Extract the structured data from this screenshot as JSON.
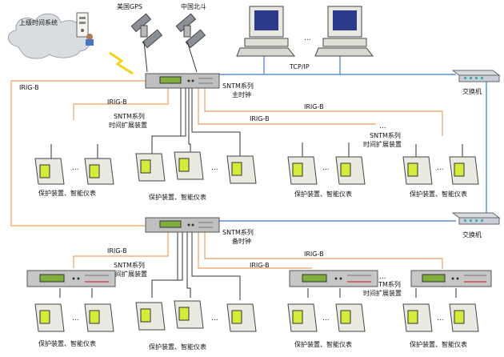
{
  "colors": {
    "irig_line": "#f0a060",
    "tcp_line": "#5b8fd6",
    "device_body": "#e9e9e2",
    "device_panel": "#d6ea3a",
    "rack": "#bfbfbf",
    "cloud": "#d9dde2"
  },
  "labels": {
    "upper_system": "上级时间系统",
    "gps": "美国GPS",
    "beidou": "中国北斗",
    "tcp_ip": "TCP/IP",
    "ellipsis": "...",
    "switch": "交换机",
    "irig_b": "IRIG-B",
    "main_clock_line1": "SNTM系列",
    "main_clock_line2": "主时钟",
    "backup_clock_line1": "SNTM系列",
    "backup_clock_line2": "备时钟",
    "expander_line1": "SNTM系列",
    "expander_line2": "时间扩展装置",
    "devices": "保护装置、智能仪表"
  },
  "icons": [
    "cloud-icon",
    "satellite-icon",
    "computer-icon",
    "network-switch-icon",
    "rack-clock-icon",
    "protection-device-icon",
    "antenna-icon"
  ]
}
